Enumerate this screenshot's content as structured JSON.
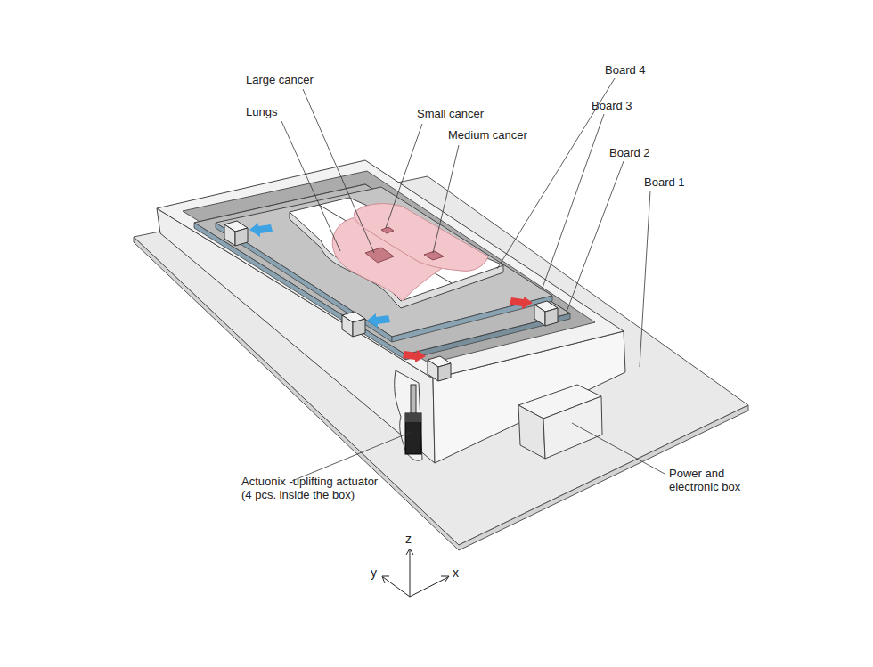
{
  "diagram": {
    "labels": [
      "Large cancer",
      "Lungs",
      "Small cancer",
      "Medium cancer",
      "Board 4",
      "Board 3",
      "Board 2",
      "Board 1",
      "Actuonix -uplifting actuator (4 pcs. inside the box)",
      "Power and electronic box",
      "z",
      "y",
      "x"
    ]
  }
}
